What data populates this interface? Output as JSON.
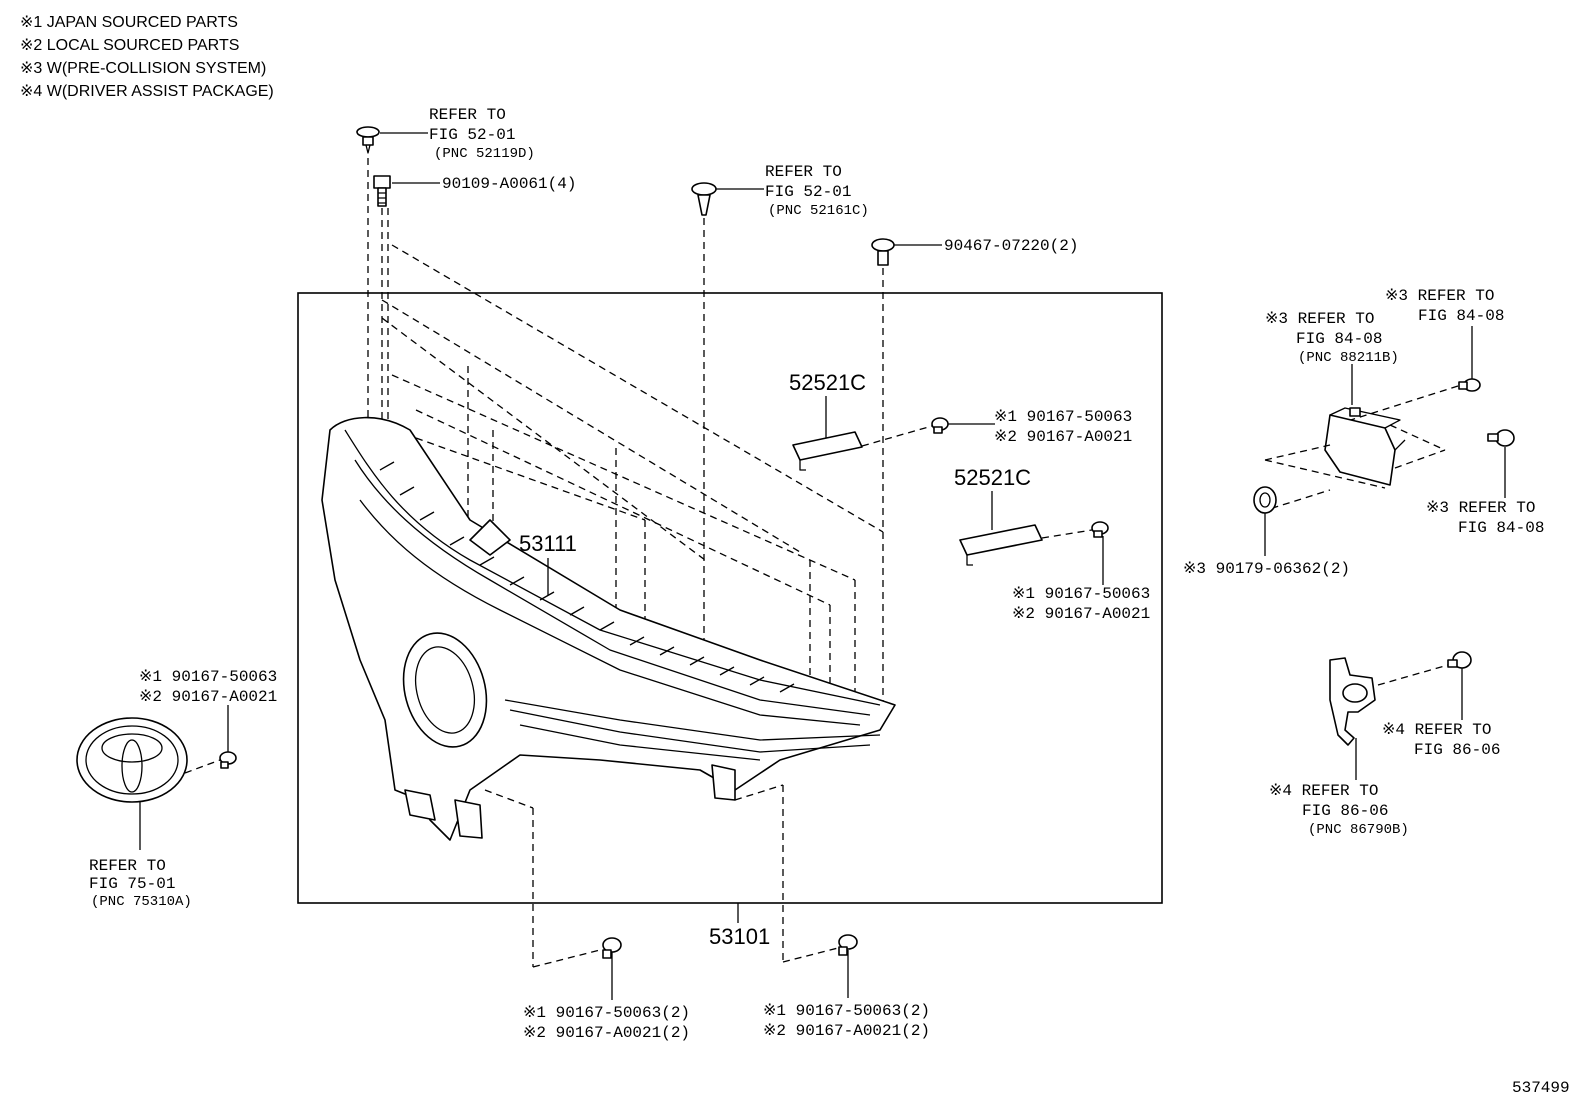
{
  "notes": [
    "※1 JAPAN SOURCED PARTS",
    "※2 LOCAL SOURCED PARTS",
    "※3 W(PRE-COLLISION SYSTEM)",
    "※4 W(DRIVER ASSIST PACKAGE)"
  ],
  "callouts": {
    "ref_52119d": [
      "REFER TO",
      "FIG 52-01",
      "(PNC 52119D)"
    ],
    "bolt_90109": "90109-A0061(4)",
    "ref_52161c": [
      "REFER TO",
      "FIG 52-01",
      "(PNC 52161C)"
    ],
    "clip_90467": "90467-07220(2)",
    "bracket_upper": "52521C",
    "bracket_upper_screws": [
      "※1 90167-50063",
      "※2 90167-A0021"
    ],
    "bracket_lower": "52521C",
    "bracket_lower_screws": [
      "※1 90167-50063",
      "※2 90167-A0021"
    ],
    "grille_inner": "53111",
    "grille_assy": "53101",
    "emblem_screws": [
      "※1 90167-50063",
      "※2 90167-A0021"
    ],
    "ref_75310a": [
      "REFER TO",
      "FIG 75-01",
      "(PNC 75310A)"
    ],
    "bottom_left_screws": [
      "※1 90167-50063(2)",
      "※2 90167-A0021(2)"
    ],
    "bottom_right_screws": [
      "※1 90167-50063(2)",
      "※2 90167-A0021(2)"
    ],
    "ref_88211b": [
      "※3 REFER TO",
      "FIG 84-08",
      "(PNC 88211B)"
    ],
    "ref_84_08_top": [
      "※3 REFER TO",
      "FIG 84-08"
    ],
    "ref_84_08_mid": [
      "※3 REFER TO",
      "FIG 84-08"
    ],
    "nut_90179": "※3 90179-06362(2)",
    "ref_86_06_right": [
      "※4 REFER TO",
      "FIG 86-06"
    ],
    "ref_86790b": [
      "※4 REFER TO",
      "FIG 86-06",
      "(PNC 86790B)"
    ]
  },
  "figure_id": "537499"
}
